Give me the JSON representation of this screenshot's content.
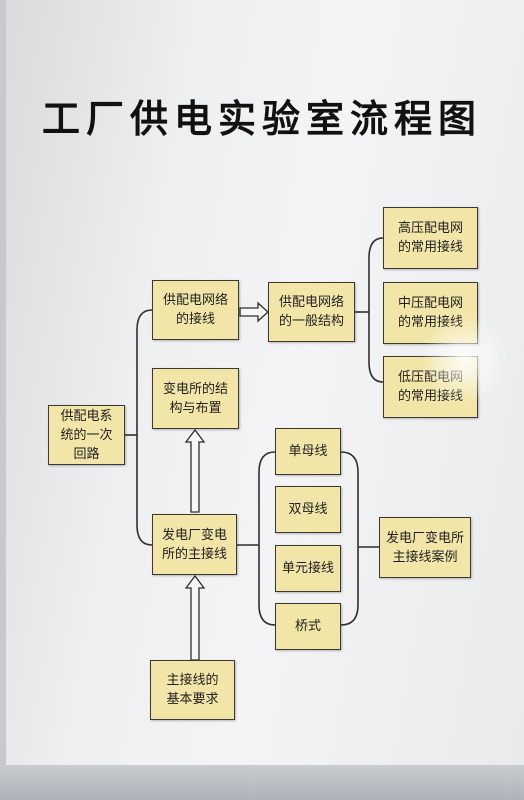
{
  "title": "工厂供电实验室流程图",
  "nodes": {
    "system_loop": "供配电系\n统的一次\n回路",
    "network_wiring": "供配电网络\n的接线",
    "network_structure": "供配电网络\n的一般结构",
    "hv_wiring": "高压配电网\n的常用接线",
    "mv_wiring": "中压配电网\n的常用接线",
    "lv_wiring": "低压配电网\n的常用接线",
    "substation_layout": "变电所的结\n构与布置",
    "plant_main_wiring": "发电厂变电\n所的主接线",
    "basic_requirements": "主接线的\n基本要求",
    "single_bus": "单母线",
    "double_bus": "双母线",
    "unit_wiring": "单元接线",
    "bridge": "桥式",
    "cases": "发电厂变电所\n主接线案例"
  },
  "colors": {
    "box_fill": "#f1e6a8",
    "box_border": "#3a3a32",
    "line": "#2f2f2f"
  }
}
